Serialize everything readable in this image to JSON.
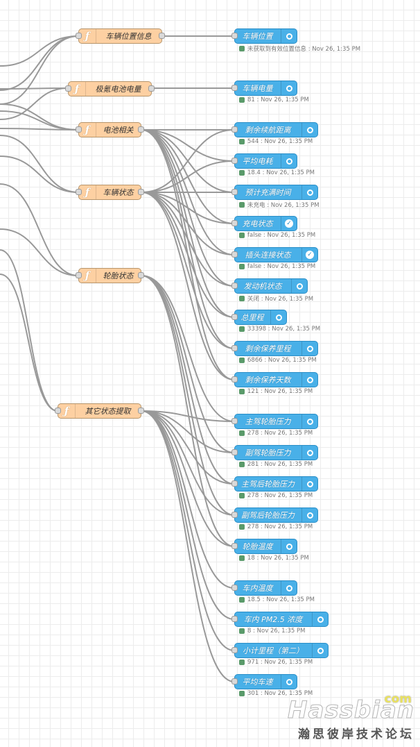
{
  "function_nodes": [
    {
      "name": "fn-vehicle-location",
      "label": "车辆位置信息"
    },
    {
      "name": "fn-krypton-battery",
      "label": "极氪电池电量"
    },
    {
      "name": "fn-battery",
      "label": "电池相关"
    },
    {
      "name": "fn-vehicle-state",
      "label": "车辆状态"
    },
    {
      "name": "fn-tire-state",
      "label": "轮胎状态"
    },
    {
      "name": "fn-other-state",
      "label": "其它状态提取"
    }
  ],
  "output_nodes": [
    {
      "label": "车辆位置",
      "status": "未获取到有效位置信息 : Nov 26, 1:35 PM",
      "icon": "ring-icon"
    },
    {
      "label": "车辆电量",
      "status": "81 : Nov 26, 1:35 PM",
      "icon": "ring-icon"
    },
    {
      "label": "剩余续航距离",
      "status": "544 : Nov 26, 1:35 PM",
      "icon": "ring-icon"
    },
    {
      "label": "平均电耗",
      "status": "18.4 : Nov 26, 1:35 PM",
      "icon": "ring-icon"
    },
    {
      "label": "预计充满时间",
      "status": "未充电 : Nov 26, 1:35 PM",
      "icon": "ring-icon"
    },
    {
      "label": "充电状态",
      "status": "false : Nov 26, 1:35 PM",
      "icon": "check-icon"
    },
    {
      "label": "插头连接状态",
      "status": "false : Nov 26, 1:35 PM",
      "icon": "check-icon"
    },
    {
      "label": "发动机状态",
      "status": "关闭 : Nov 26, 1:35 PM",
      "icon": "ring-icon"
    },
    {
      "label": "总里程",
      "status": "33398 : Nov 26, 1:35 PM",
      "icon": "ring-icon"
    },
    {
      "label": "剩余保养里程",
      "status": "6866 : Nov 26, 1:35 PM",
      "icon": "ring-icon"
    },
    {
      "label": "剩余保养天数",
      "status": "121 : Nov 26, 1:35 PM",
      "icon": "ring-icon"
    },
    {
      "label": "主驾轮胎压力",
      "status": "278 : Nov 26, 1:35 PM",
      "icon": "ring-icon"
    },
    {
      "label": "副驾轮胎压力",
      "status": "281 : Nov 26, 1:35 PM",
      "icon": "ring-icon"
    },
    {
      "label": "主驾后轮胎压力",
      "status": "278 : Nov 26, 1:35 PM",
      "icon": "ring-icon"
    },
    {
      "label": "副驾后轮胎压力",
      "status": "278 : Nov 26, 1:35 PM",
      "icon": "ring-icon"
    },
    {
      "label": "轮胎温度",
      "status": "18 : Nov 26, 1:35 PM",
      "icon": "ring-icon"
    },
    {
      "label": "车内温度",
      "status": "18.5 : Nov 26, 1:35 PM",
      "icon": "ring-icon"
    },
    {
      "label": "车内 PM2.5 浓度",
      "status": "8 : Nov 26, 1:35 PM",
      "icon": "ring-icon"
    },
    {
      "label": "小计里程（第二）",
      "status": "971 : Nov 26, 1:35 PM",
      "icon": "ring-icon"
    },
    {
      "label": "平均车速",
      "status": "301 : Nov 26, 1:35 PM",
      "icon": "ring-icon"
    }
  ],
  "watermark": {
    "brand": "Hassbian",
    "suffix": "com",
    "tagline": "瀚思彼岸技术论坛"
  },
  "colors": {
    "function_node": "#fdd0a2",
    "debug_node": "#49b0e8",
    "status_dot": "#5a9a6a",
    "wire": "#999999"
  }
}
